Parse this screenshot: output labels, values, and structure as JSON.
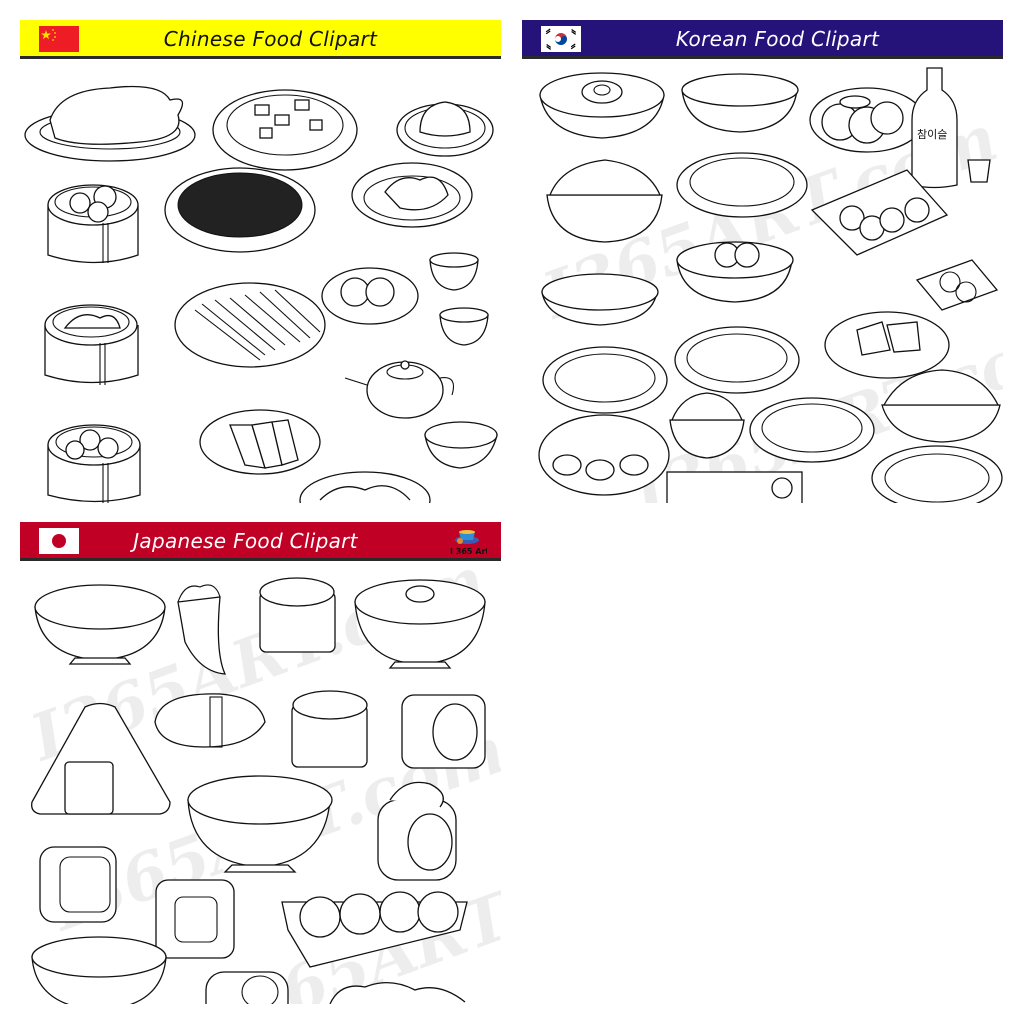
{
  "panels": {
    "chinese": {
      "title": "Chinese Food Clipart",
      "flag": "china-flag",
      "header_color": "#ffff00",
      "title_color": "#111111",
      "items": [
        "peking-duck",
        "stir-fry-tofu",
        "steamed-bun",
        "xiaolongbao-steamer",
        "chow-mein-noodles",
        "potstickers-plate",
        "sesame-balls",
        "tea-cup",
        "shumai-steamer",
        "fried-dough-sticks",
        "tea-cup",
        "teapot",
        "siu-mai-steamer",
        "spring-rolls",
        "congee-bowl",
        "dumplings-plate"
      ]
    },
    "korean": {
      "title": "Korean Food Clipart",
      "flag": "korea-flag",
      "header_color": "#25137a",
      "title_color": "#ffffff",
      "watermark": "I365ART.com",
      "bottle_label": "참이슬",
      "items": [
        "bibimbap",
        "tteokbokki-bowl",
        "hotteok-plate",
        "soju-bottle",
        "soju-glass",
        "japchae-bowl",
        "pajeon",
        "gimbap-tray",
        "egg-soup-bowl",
        "yakgwa-dish",
        "noodle-bowl",
        "kimchi-plate",
        "radish-kimchi-plate",
        "bulgogi-plate",
        "cabbage-kimchi",
        "rice-bowl",
        "grilled-fish-plate",
        "fried-rice",
        "egg-rice-plate",
        "mandu-tray",
        "tteok-plate"
      ]
    },
    "japanese": {
      "title": "Japanese Food Clipart",
      "flag": "japan-flag",
      "header_color": "#c00025",
      "title_color": "#ffffff",
      "logo_text": "I 365 Art",
      "watermark": "I365ART.com",
      "items": [
        "miso-soup",
        "temaki-hand-roll",
        "ikura-gunkan",
        "donburi-egg",
        "onigiri",
        "ebi-nigiri",
        "ebi-gunkan",
        "maki-roll",
        "chirashi-bowl",
        "tempura-roll",
        "salmon-roll",
        "kappa-maki",
        "takoyaki-boat",
        "ramen-bowl",
        "salmon-maki",
        "gyoza"
      ]
    }
  }
}
